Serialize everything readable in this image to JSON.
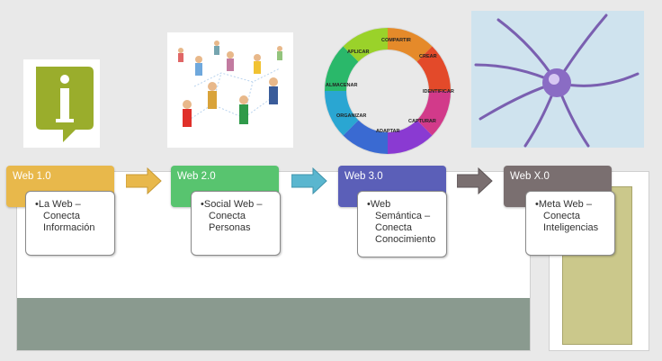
{
  "stages": [
    {
      "label": "Web 1.0",
      "color": "#e8b84b",
      "desc": [
        "•La Web –",
        "Conecta",
        "Información"
      ]
    },
    {
      "label": "Web 2.0",
      "color": "#58c46f",
      "desc": [
        "•Social Web –",
        "Conecta",
        "Personas"
      ]
    },
    {
      "label": "Web 3.0",
      "color": "#5b5fb8",
      "desc": [
        "•Web",
        "Semántica –",
        "Conecta",
        "Conocimiento"
      ]
    },
    {
      "label": "Web X.0",
      "color": "#7a6f70",
      "desc": [
        "•Meta Web –",
        "Conecta",
        "Inteligencias"
      ]
    }
  ],
  "arrows": [
    "#e8b84b",
    "#5ab6cf",
    "#7a6f70"
  ],
  "cycle_labels": [
    "COMPARTIR",
    "CREAR",
    "IDENTIFICAR",
    "CAPTURAR",
    "ADAPTAR",
    "ORGANIZAR",
    "ALMACENAR",
    "APLICAR"
  ],
  "images": [
    "info-icon",
    "social-network-people",
    "knowledge-cycle",
    "neuron"
  ]
}
